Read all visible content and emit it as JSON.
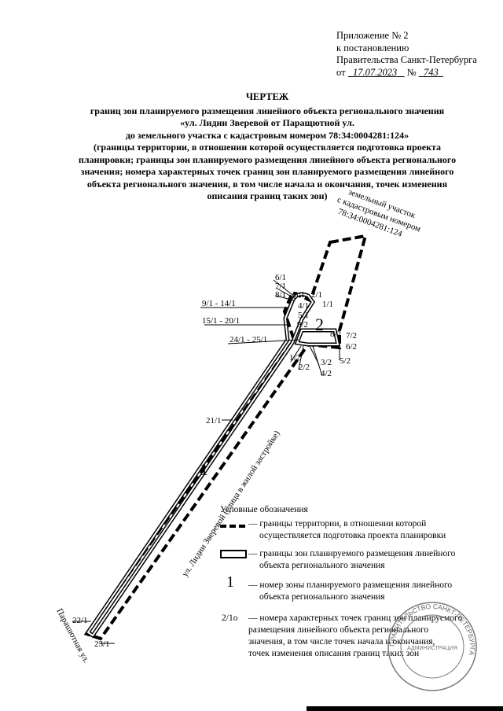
{
  "appendix": {
    "line1": "Приложение № 2",
    "line2": "к постановлению",
    "line3": "Правительства Санкт-Петербурга",
    "from": "от",
    "date": "17.07.2023",
    "num_label": "№",
    "number": "743"
  },
  "title": {
    "head": "ЧЕРТЕЖ",
    "l1": "границ зон планируемого размещения линейного объекта регионального значения",
    "l2": "«ул. Лидии Зверевой от Паращютной ул.",
    "l3": "до земельного участка с кадастровым номером 78:34:0004281:124»",
    "l4": "(границы территории, в отношении которой осуществляется подготовка проекта",
    "l5": "планировки; границы зон планируемого размещения линейного объекта регионального",
    "l6": "значения; номера характерных точек границ зон планируемого размещения линейного",
    "l7": "объекта регионального значения, в том числе начала и окончания, точек изменения",
    "l8": "описания границ таких зон)"
  },
  "drawing": {
    "parcel_l1": "земельный участок",
    "parcel_l2": "с кадастровым номером",
    "parcel_l3": "78:34:0004281:124",
    "street_main": "ул. Лидии Зверевой (улица в жилой застройке)",
    "street_side": "Парашютная ул.",
    "zone1": "1",
    "zone2": "2",
    "points": {
      "p61": "6/1",
      "p71": "7/1",
      "p81": "8/1",
      "p31": "3/1",
      "p21": "2/1",
      "p41": "4/1",
      "p51": "5/1",
      "p11": "1/1",
      "p9_14": "9/1 - 14/1",
      "p15_20": "15/1 - 20/1",
      "p92": "9/2",
      "p82": "8/2",
      "p72": "7/2",
      "p62": "6/2",
      "p24_25": "24/1 - 25/1",
      "p12": "1/2",
      "p22": "2/2",
      "p32": "3/2",
      "p42": "4/2",
      "p52": "5/2",
      "p211": "21/1",
      "p221": "22/1",
      "p231": "23/1"
    }
  },
  "legend": {
    "title": "Условные обозначения",
    "item1": "— границы территории, в отношении которой",
    "item1b": "осуществляется подготовка проекта планировки",
    "item2": "— границы зон планируемого размещения линейного",
    "item2b": "объекта регионального значения",
    "item3_sym": "1",
    "item3": "— номер зоны планируемого размещения линейного",
    "item3b": "объекта регионального значения",
    "item4_sym": "2/1о",
    "item4": "— номера характерных точек границ зон планируемого",
    "item4b": "размещения линейного объекта регионального",
    "item4c": "значения, в том числе точек начала и окончания,",
    "item4d": "точек изменения описания границ таких зон"
  },
  "stamp": {
    "ring_text": "ПРАВИТЕЛЬСТВО САНКТ-ПЕТЕРБУРГА",
    "inner_text": "АДМИНИСТРАЦИЯ"
  }
}
